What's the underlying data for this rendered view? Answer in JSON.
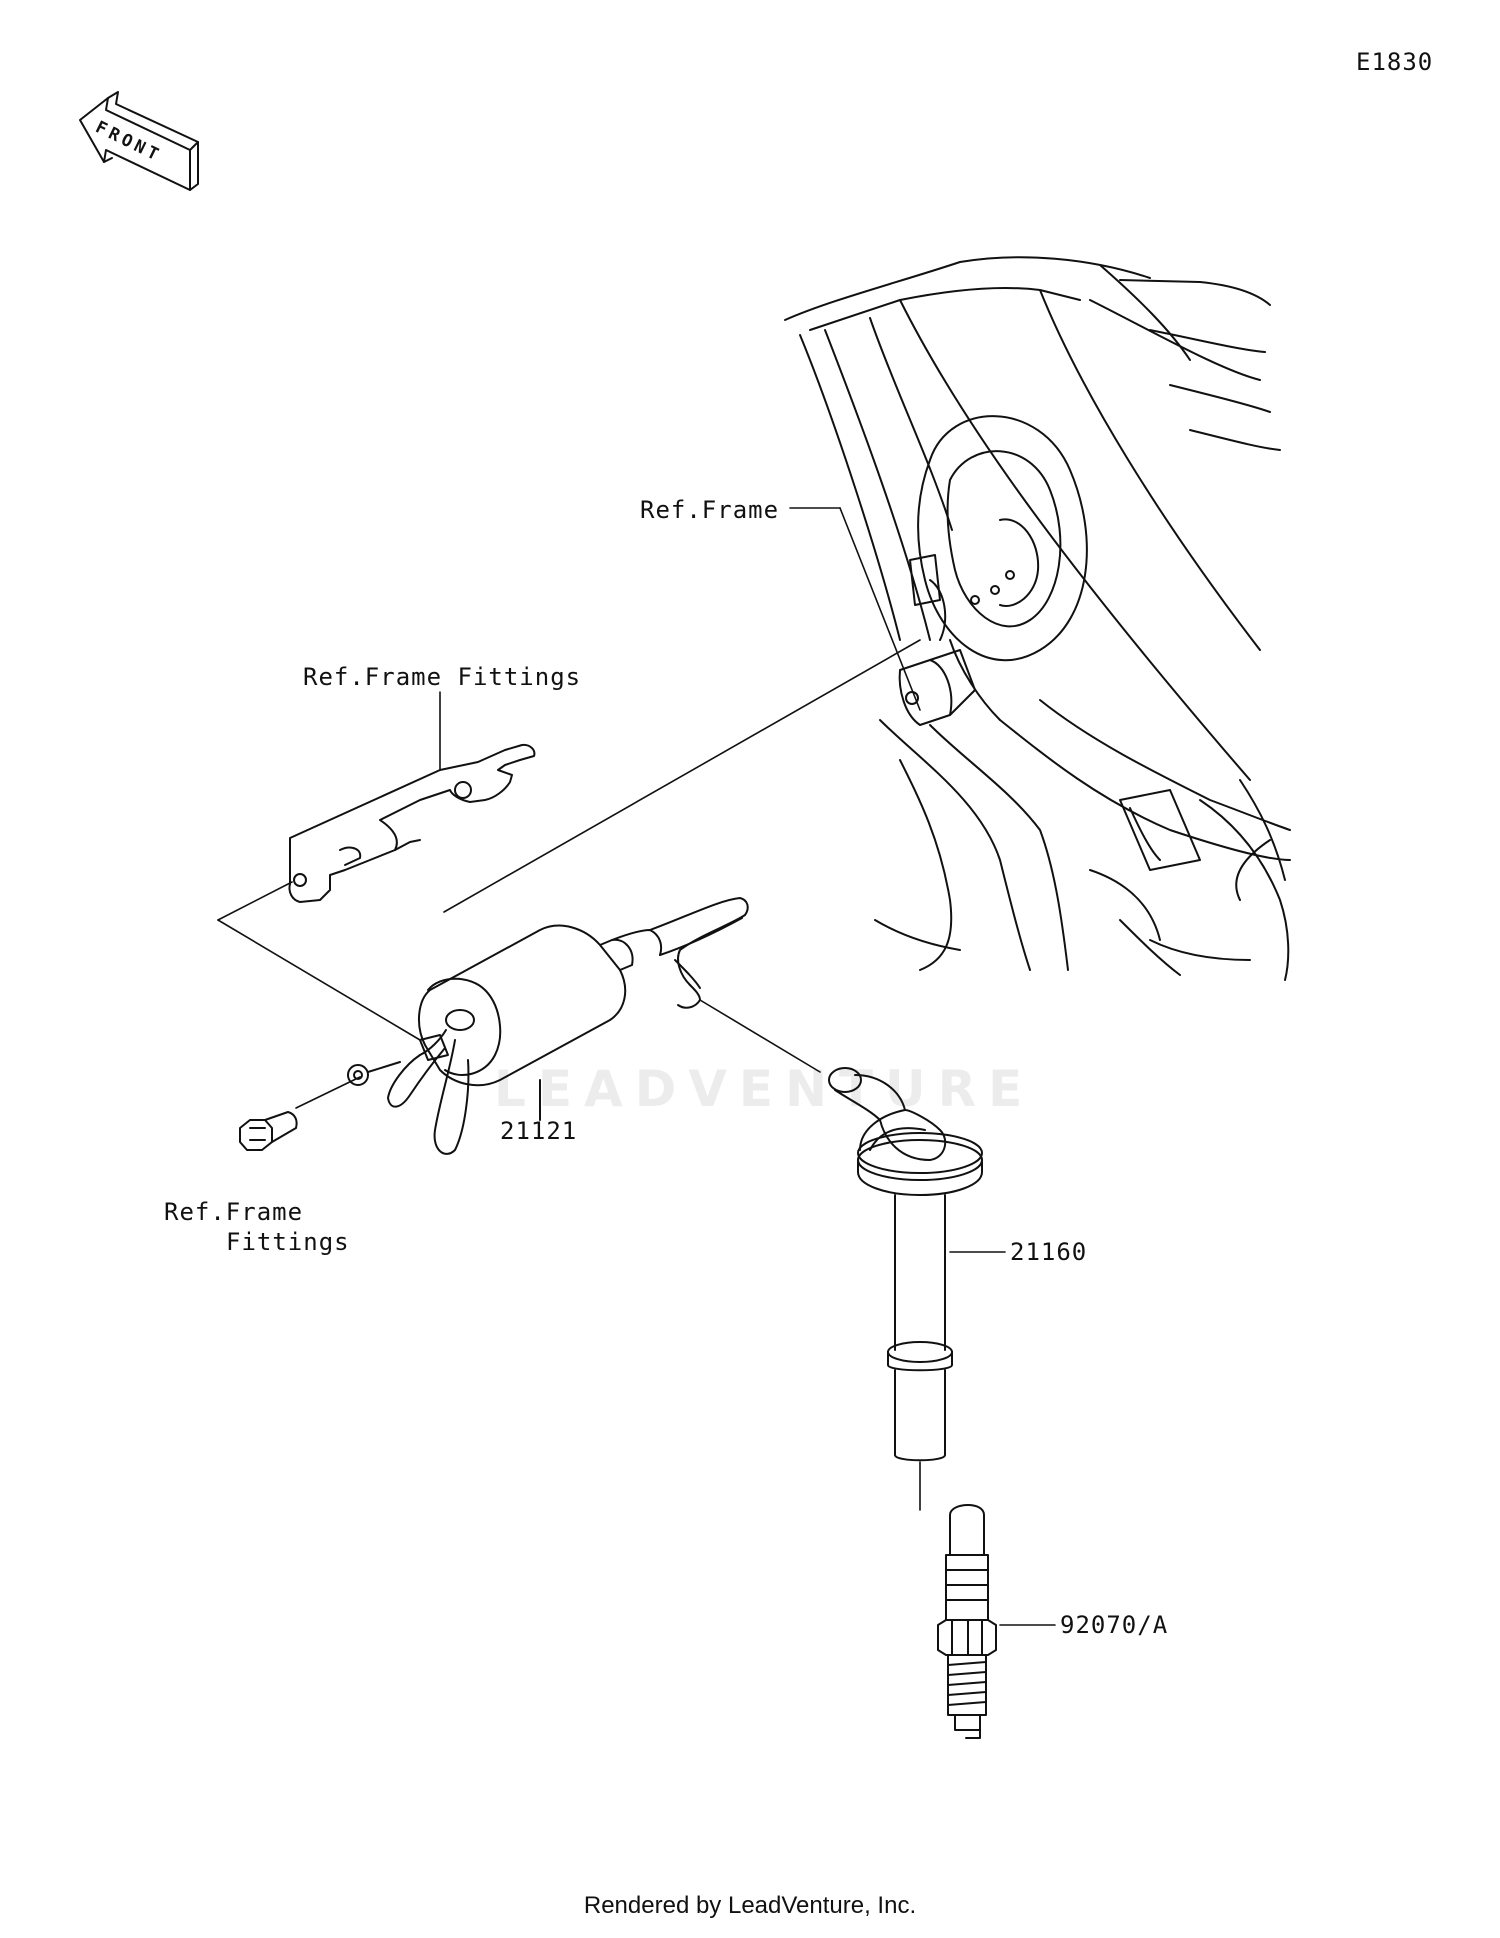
{
  "diagram_code": "E1830",
  "front_indicator": "FRONT",
  "watermark": "LEADVENTURE",
  "labels": {
    "ref_frame": "Ref.Frame",
    "ref_frame_fittings_top": "Ref.Frame Fittings",
    "ref_frame_fittings_bottom_line1": "Ref.Frame",
    "ref_frame_fittings_bottom_line2": "Fittings"
  },
  "parts": {
    "ignition_coil": "21121",
    "plug_cap": "21160",
    "spark_plug": "92070/A"
  },
  "footer": "Rendered by LeadVenture, Inc."
}
